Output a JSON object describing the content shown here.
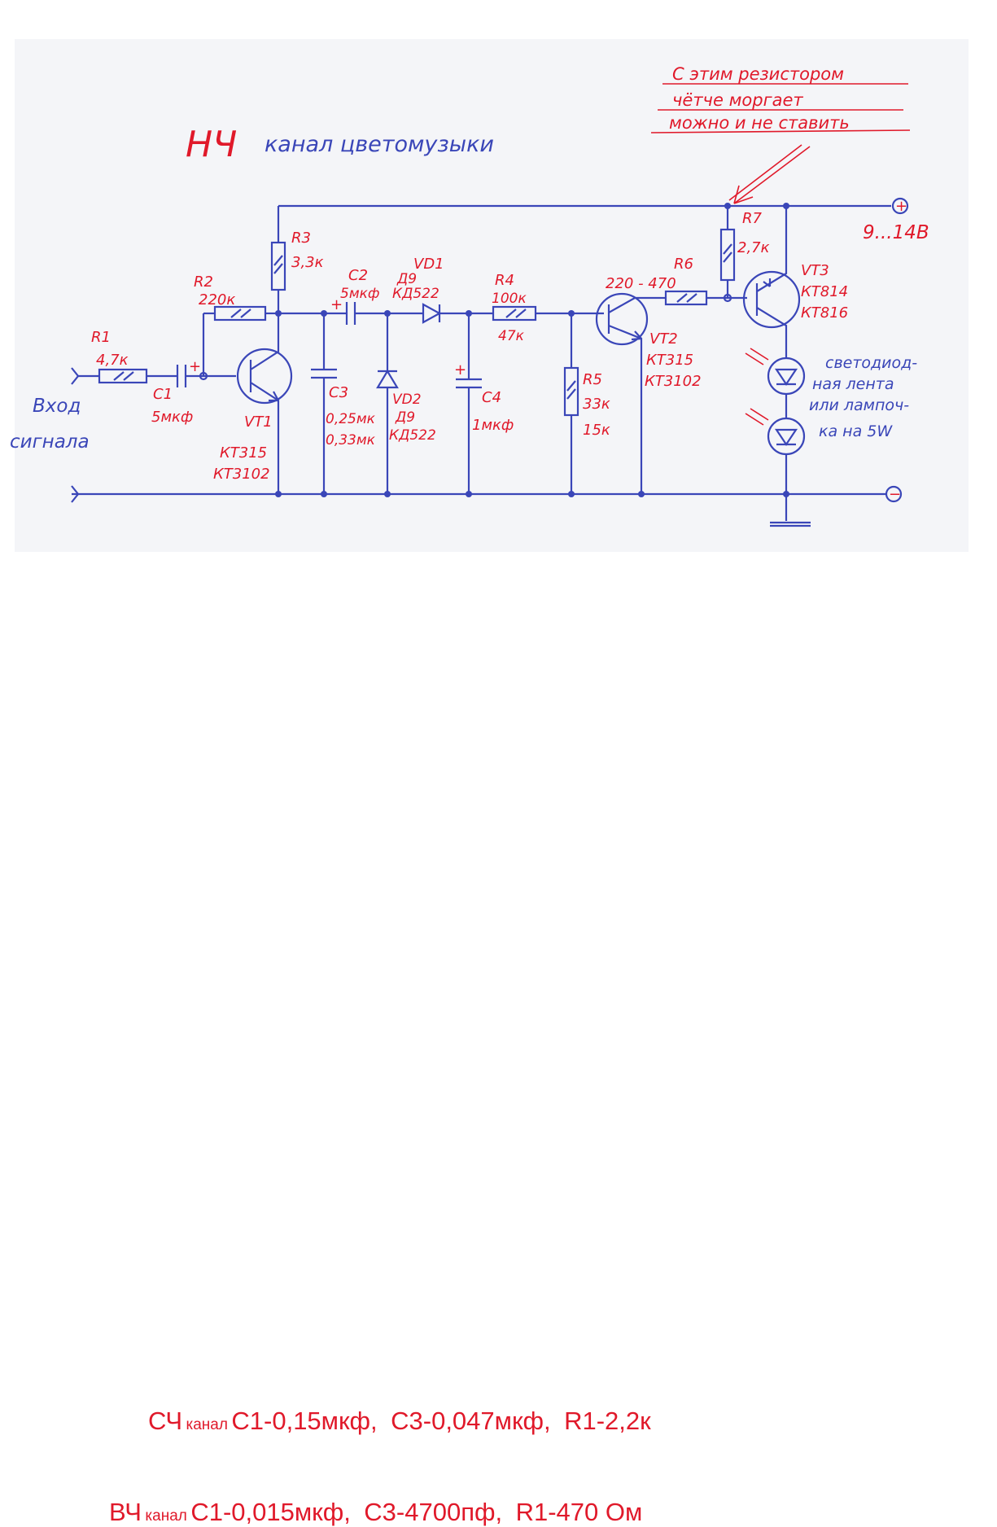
{
  "title": {
    "nch": "НЧ",
    "rest": "канал цветомузыки"
  },
  "annotation": {
    "line1": "С этим резистором",
    "line2": "чётче моргает",
    "line3": "можно и не ставить"
  },
  "components": {
    "r1": {
      "name": "R1",
      "value": "4,7к"
    },
    "c1": {
      "name": "C1",
      "value": "5мкф"
    },
    "r2": {
      "name": "R2",
      "value": "220к"
    },
    "r3": {
      "name": "R3",
      "value": "3,3к"
    },
    "c2": {
      "name": "C2",
      "value": "5мкф"
    },
    "vd1": {
      "name": "VD1",
      "type": "Д9",
      "alt": "КД522"
    },
    "r4": {
      "name": "R4",
      "value": "100к",
      "alt": "47к"
    },
    "c3": {
      "name": "C3",
      "value": "0,25мк",
      "alt": "0,33мк"
    },
    "vd2": {
      "name": "VD2",
      "type": "Д9",
      "alt": "КД522"
    },
    "c4": {
      "name": "C4",
      "value": "1мкф"
    },
    "r5": {
      "name": "R5",
      "value": "33к",
      "alt": "15к"
    },
    "vt1": {
      "name": "VT1",
      "type": "КТ315",
      "alt": "КТ3102"
    },
    "vt2": {
      "name": "VT2",
      "type": "КТ315",
      "alt": "КТ3102"
    },
    "r6": {
      "name": "R6",
      "value": "220 - 470"
    },
    "r7": {
      "name": "R7",
      "value": "2,7к"
    },
    "vt3": {
      "name": "VT3",
      "type": "КТ814",
      "alt": "КТ816"
    }
  },
  "power": {
    "plus": "+",
    "voltage": "9...14В",
    "minus": "−"
  },
  "input": {
    "line1": "Вход",
    "line2": "сигнала"
  },
  "load": {
    "line1": "светодиод-",
    "line2": "ная лента",
    "line3": "или лампоч-",
    "line4": "ка на 5W"
  },
  "notes": {
    "sch": {
      "band": "СЧ",
      "word": "канал",
      "c1": "С1-0,15мкф,",
      "c3": "С3-0,047мкф,",
      "r1": "R1-2,2к"
    },
    "vch": {
      "band": "ВЧ",
      "word": "канал",
      "c1": "С1-0,015мкф,",
      "c3": "С3-4700пф,",
      "r1": "R1-470 Ом"
    }
  },
  "colors": {
    "ink_blue": "#3a46b8",
    "ink_red": "#e0192a",
    "paper": "#ffffff"
  }
}
